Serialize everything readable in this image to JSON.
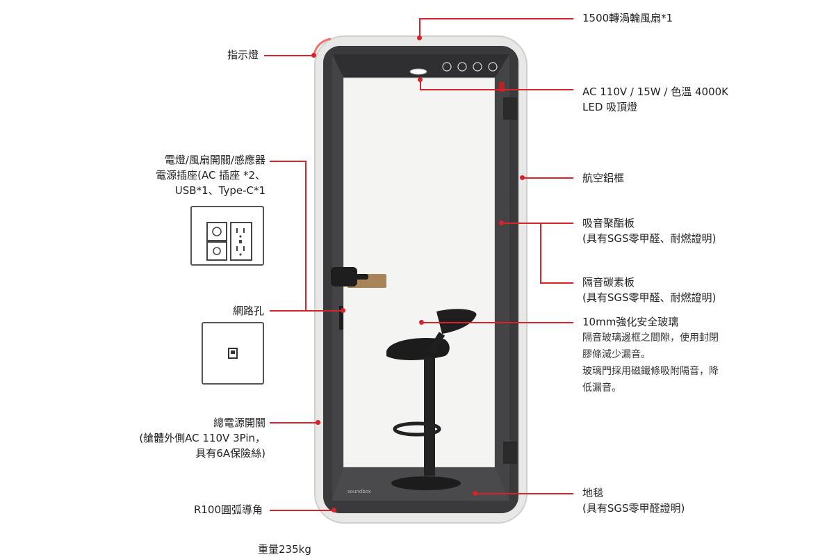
{
  "labels": {
    "fan": "1500轉渦輪風扇*1",
    "indicator": "指示燈",
    "led_line1": "AC 110V / 15W / 色溫 4000K",
    "led_line2": "LED 吸頂燈",
    "switches_line1": "電燈/風扇開關/感應器",
    "switches_line2": "電源插座(AC 插座 *2、",
    "switches_line3": "USB*1、Type-C*1",
    "frame": "航空鋁框",
    "acoustic_panel": "吸音聚酯板",
    "acoustic_panel_note": "(具有SGS零甲醛、耐燃證明)",
    "carbon_board": "隔音碳素板",
    "carbon_board_note": "(具有SGS零甲醛、耐燃證明)",
    "network": "網路孔",
    "glass": "10mm強化安全玻璃",
    "glass_note1": "隔音玻璃邊框之間隙，使用封閉",
    "glass_note2": "膠條減少漏音。",
    "glass_note3": "玻璃門採用磁鐵條吸附隔音，降",
    "glass_note4": "低漏音。",
    "main_switch_line1": "總電源開關",
    "main_switch_line2": "(艙體外側AC 110V 3Pin，",
    "main_switch_line3": "具有6A保險絲)",
    "carpet": "地毯",
    "carpet_note": "(具有SGS零甲醛證明)",
    "corner": "R100圓弧導角",
    "weight": "重量235kg"
  },
  "booth": {
    "brand": "soundbox"
  },
  "colors": {
    "accent": "#d8232a",
    "shell": "#e9e9e7",
    "felt": "#3a3a3c",
    "glass": "#f3f3f1"
  }
}
